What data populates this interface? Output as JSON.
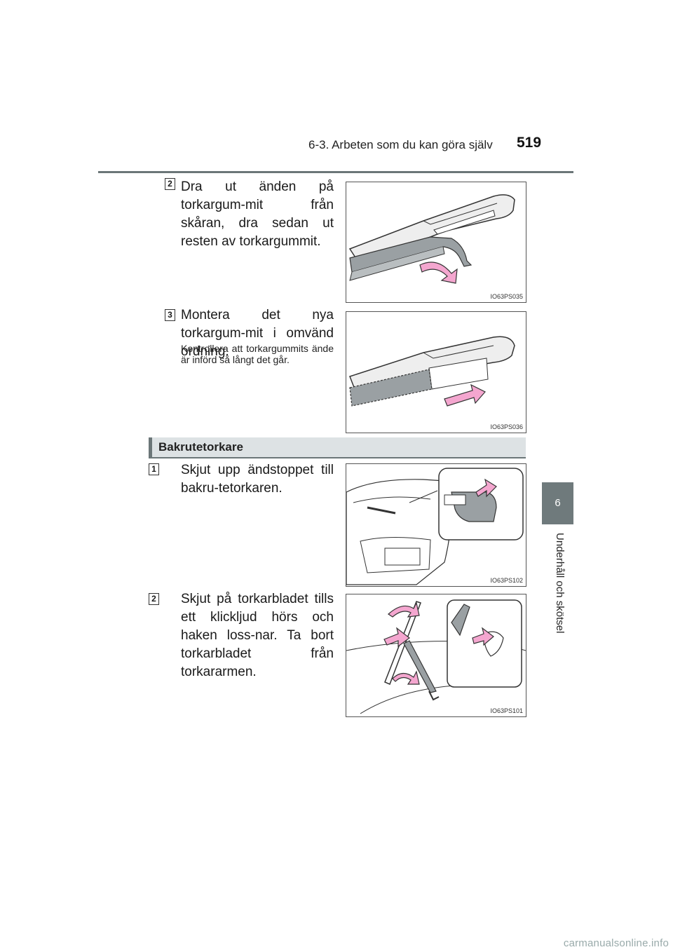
{
  "header": {
    "section": "6-3. Arbeten som du kan göra själv",
    "page_number": "519"
  },
  "side_tab": {
    "chapter_number": "6",
    "chapter_title": "Underhåll och skötsel"
  },
  "steps_front": [
    {
      "number": "2",
      "text": "Dra ut änden på torkargum-mit från skåran, dra sedan ut resten av torkargummit.",
      "figure_code": "IO63PS035"
    },
    {
      "number": "3",
      "text": "Montera det nya torkargum-mit i omvänd ordning.",
      "note": "Kontrollera att torkargummits ände är införd så långt det går.",
      "figure_code": "IO63PS036"
    }
  ],
  "section": {
    "title": "Bakrutetorkare"
  },
  "steps_rear": [
    {
      "number": "1",
      "text": "Skjut upp ändstoppet till bakru-tetorkaren.",
      "figure_code": "IO63PS102"
    },
    {
      "number": "2",
      "text": "Skjut på torkarbladet tills ett klickljud hörs och haken loss-nar. Ta bort torkarbladet från torkararmen.",
      "figure_code": "IO63PS101"
    }
  ],
  "footer": {
    "watermark": "carmanualsonline.info"
  },
  "colors": {
    "accent_gray": "#6b7678",
    "arrow_pink": "#f4a6cf",
    "section_bg": "#dde2e4"
  }
}
